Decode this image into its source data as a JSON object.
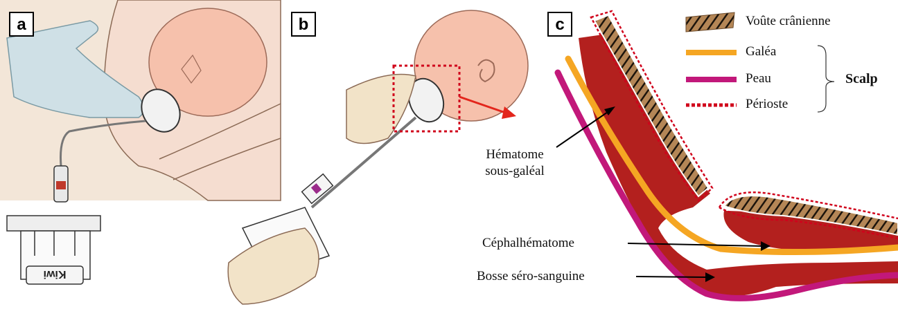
{
  "panels": {
    "a": {
      "tag": "a"
    },
    "b": {
      "tag": "b"
    },
    "c": {
      "tag": "c"
    }
  },
  "device_brand": "Kiwi",
  "legend": {
    "items": [
      {
        "label": "Voûte crânienne",
        "color": "#6b4a2b"
      },
      {
        "label": "Galéa",
        "color": "#f5a623"
      },
      {
        "label": "Peau",
        "color": "#c2187a"
      },
      {
        "label": "Périoste",
        "color": "#d0021b"
      }
    ],
    "group_label": "Scalp"
  },
  "annotations": {
    "hematome_line1": "Hématome",
    "hematome_line2": "sous-galéal",
    "cephalhematome": "Céphalhématome",
    "bosse": "Bosse séro-sanguine"
  },
  "colors": {
    "skin": "#f6c9b6",
    "glove": "#cfe0e6",
    "blood": "#b3201e",
    "galea": "#f5a623",
    "skin_layer": "#c2187a",
    "periosteum": "#d0021b",
    "bone": "#7a5230",
    "arrow": "#e3261c"
  }
}
